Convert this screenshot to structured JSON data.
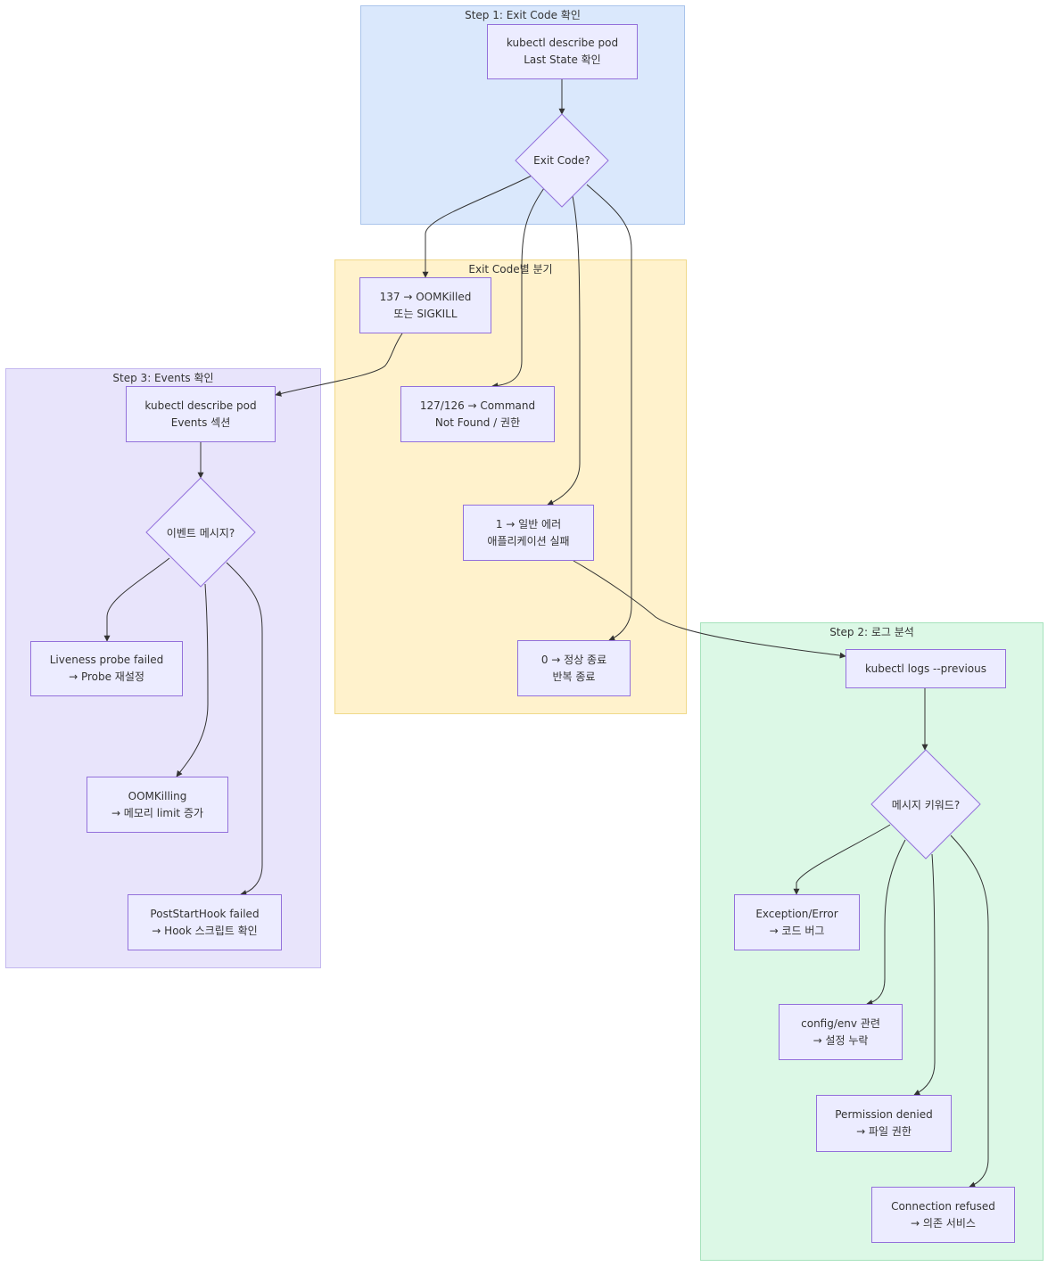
{
  "clusters": {
    "step1": "Step 1: Exit Code 확인",
    "branch": "Exit Code별 분기",
    "step3": "Step 3: Events 확인",
    "step2": "Step 2: 로그 분석"
  },
  "nodes": {
    "describe_last": [
      "kubectl describe pod",
      "Last State 확인"
    ],
    "exit_code_q": "Exit Code?",
    "code137": [
      "137 → OOMKilled",
      "또는 SIGKILL"
    ],
    "code127": [
      "127/126 → Command",
      "Not Found / 권한"
    ],
    "code1": [
      "1 → 일반 에러",
      "애플리케이션 실패"
    ],
    "code0": [
      "0 → 정상 종료",
      "반복 종료"
    ],
    "describe_events": [
      "kubectl describe pod",
      "Events 섹션"
    ],
    "event_q": "이벤트 메시지?",
    "liveness": [
      "Liveness probe failed",
      "→ Probe 재설정"
    ],
    "oomkilling": [
      "OOMKilling",
      "→ 메모리 limit 증가"
    ],
    "poststart": [
      "PostStartHook failed",
      "→ Hook 스크립트 확인"
    ],
    "logs_prev": "kubectl logs --previous",
    "keyword_q": "메시지 키워드?",
    "exception": [
      "Exception/Error",
      "→ 코드 버그"
    ],
    "config_env": [
      "config/env 관련",
      "→ 설정 누락"
    ],
    "permission": [
      "Permission denied",
      "→ 파일 권한"
    ],
    "connection": [
      "Connection refused",
      "→ 의존 서비스"
    ]
  }
}
